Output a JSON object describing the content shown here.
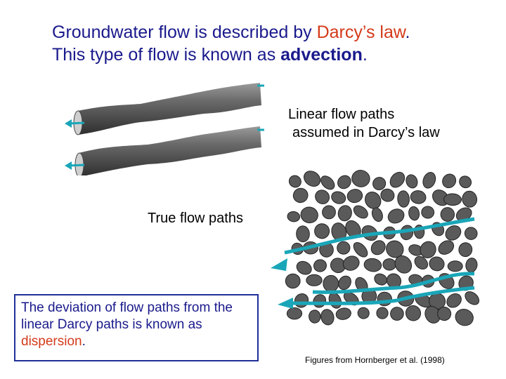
{
  "title": {
    "line1_prefix": "Groundwater flow is described by ",
    "line1_accent": "Darcy’s law",
    "line1_suffix": ".",
    "line2_prefix": "This type of flow is known as ",
    "line2_bold": "advection",
    "line2_suffix": "."
  },
  "labels": {
    "linear_line1": "Linear flow paths",
    "linear_line2": "assumed in Darcy’s law",
    "true_paths": "True flow paths"
  },
  "note": {
    "prefix": "The deviation of flow paths from the linear Darcy paths is known as ",
    "accent": "dispersion",
    "suffix": "."
  },
  "credit": "Figures from Hornberger et al. (1998)",
  "colors": {
    "text_blue": "#1a1a8c",
    "accent_red": "#d43a1a",
    "arrow_cyan": "#1aa6b8",
    "grain_gray": "#5a5a5a"
  }
}
